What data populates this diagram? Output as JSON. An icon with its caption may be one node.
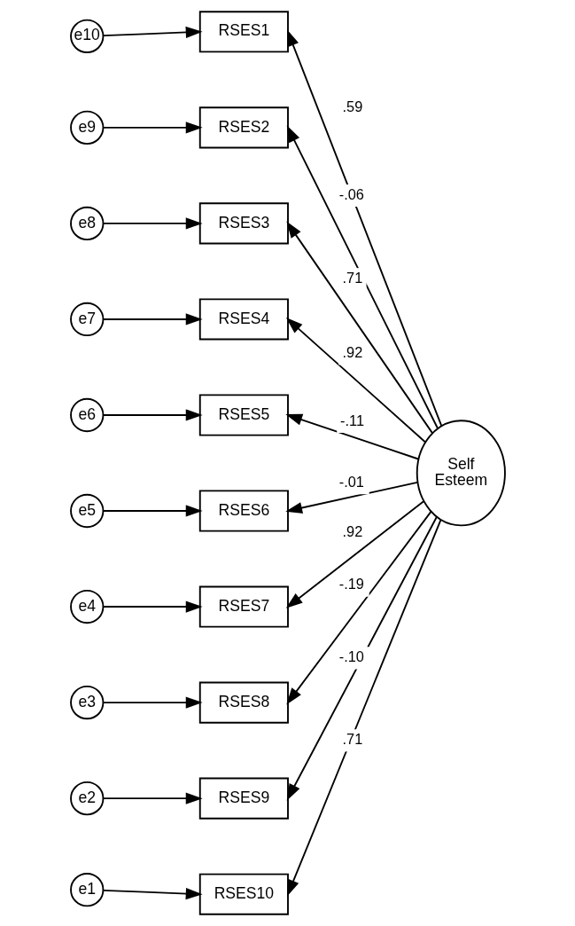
{
  "diagram": {
    "nodes": [
      {
        "text": [
          "e10"
        ]
      },
      {
        "text": [
          "RSES1"
        ]
      },
      {
        "text": [
          "e9"
        ]
      },
      {
        "text": [
          "RSES2"
        ]
      },
      {
        "text": [
          "e8"
        ]
      },
      {
        "text": [
          "RSES3"
        ]
      },
      {
        "text": [
          "e7"
        ]
      },
      {
        "text": [
          "RSES4"
        ]
      },
      {
        "text": [
          "e6"
        ]
      },
      {
        "text": [
          "RSES5"
        ]
      },
      {
        "text": [
          "e5"
        ]
      },
      {
        "text": [
          "RSES6"
        ]
      },
      {
        "text": [
          "e4"
        ]
      },
      {
        "text": [
          "RSES7"
        ]
      },
      {
        "text": [
          "e3"
        ]
      },
      {
        "text": [
          "RSES8"
        ]
      },
      {
        "text": [
          "e2"
        ]
      },
      {
        "text": [
          "RSES9"
        ]
      },
      {
        "text": [
          "e1"
        ]
      },
      {
        "text": [
          "RSES10"
        ]
      },
      {
        "text": [
          "Self Esteem"
        ]
      }
    ],
    "edges": [
      {
        "from": 0,
        "to": 1,
        "arrow": "to"
      },
      {
        "from": 2,
        "to": 3,
        "arrow": "to"
      },
      {
        "from": 4,
        "to": 5,
        "arrow": "to"
      },
      {
        "from": 6,
        "to": 7,
        "arrow": "to"
      },
      {
        "from": 8,
        "to": 9,
        "arrow": "to"
      },
      {
        "from": 10,
        "to": 11,
        "arrow": "to"
      },
      {
        "from": 12,
        "to": 13,
        "arrow": "to"
      },
      {
        "from": 14,
        "to": 15,
        "arrow": "to"
      },
      {
        "from": 16,
        "to": 17,
        "arrow": "to"
      },
      {
        "from": 18,
        "to": 19,
        "arrow": "to"
      },
      {
        "from": 20,
        "to": 1,
        "arrow": "to",
        "label": ".59"
      },
      {
        "from": 20,
        "to": 3,
        "arrow": "to",
        "label": "-.06"
      },
      {
        "from": 20,
        "to": 5,
        "arrow": "to",
        "label": ".71"
      },
      {
        "from": 20,
        "to": 7,
        "arrow": "to",
        "label": ".92"
      },
      {
        "from": 20,
        "to": 9,
        "arrow": "to",
        "label": "-.11"
      },
      {
        "from": 20,
        "to": 11,
        "arrow": "to",
        "label": "-.01"
      },
      {
        "from": 20,
        "to": 13,
        "arrow": "to",
        "label": ".92"
      },
      {
        "from": 20,
        "to": 15,
        "arrow": "to",
        "label": "-.19"
      },
      {
        "from": 20,
        "to": 17,
        "arrow": "to",
        "label": "-.10"
      },
      {
        "from": 20,
        "to": 19,
        "arrow": "to",
        "label": ".71"
      }
    ]
  }
}
